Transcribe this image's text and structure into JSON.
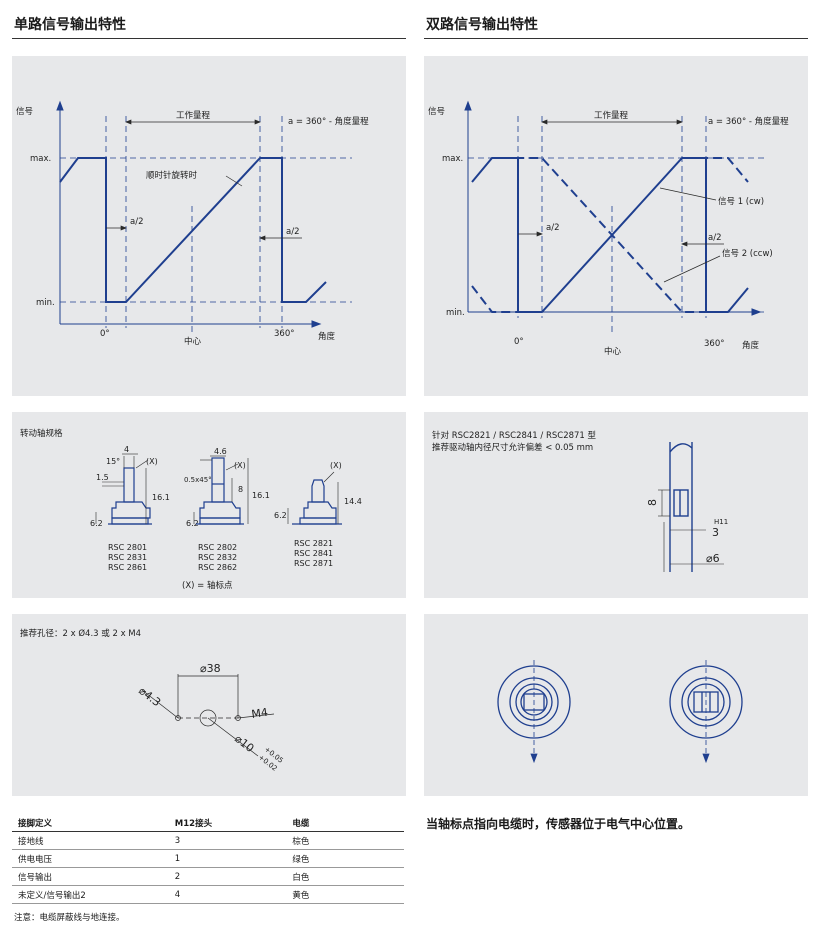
{
  "left_section": {
    "title": "单路信号输出特性"
  },
  "right_section": {
    "title": "双路信号输出特性"
  },
  "single_chart": {
    "y_label": "信号",
    "x_label": "角度",
    "max": "max.",
    "min": "min.",
    "range_label": "工作量程",
    "a_def": "a = 360° - 角度量程",
    "cw_label": "顺时针旋转时",
    "half_a": "a/2",
    "zero": "0°",
    "center": "中心",
    "full": "360°"
  },
  "dual_chart": {
    "y_label": "信号",
    "x_label": "角度",
    "max": "max.",
    "min": "min.",
    "range_label": "工作量程",
    "a_def": "a = 360° - 角度量程",
    "sig1": "信号 1 (cw)",
    "sig2": "信号 2 (ccw)",
    "half_a": "a/2",
    "zero": "0°",
    "center": "中心",
    "full": "360°"
  },
  "shaft_panel": {
    "title": "转动轴规格",
    "d1": "4",
    "d_angle": "15°",
    "d_x": "(X)",
    "d_15": "1.5",
    "d_161": "16.1",
    "d_62": "6.2",
    "d_46": "4.6",
    "d_chamfer": "0.5x45°",
    "d_8": "8",
    "d_144": "14.4",
    "models_a": [
      "RSC 2801",
      "RSC 2831",
      "RSC 2861"
    ],
    "models_b": [
      "RSC 2802",
      "RSC 2832",
      "RSC 2862"
    ],
    "models_c": [
      "RSC 2821",
      "RSC 2841",
      "RSC 2871"
    ],
    "legend": "(X) = 轴标点"
  },
  "bore_panel": {
    "line1": "针对 RSC2821 / RSC2841 / RSC2871 型",
    "line2": "推荐驱动轴内径尺寸允许偏差 < 0.05 mm",
    "d8": "8",
    "d3": "3",
    "h11": "H11",
    "d6": "⌀6"
  },
  "hole_panel": {
    "title": "推荐孔径：2 x Ø4.3 或 2 x M4",
    "d38": "⌀38",
    "d43": "⌀4.3",
    "m4": "M4",
    "d10": "⌀10",
    "tol_plus": "+0.05",
    "tol_minus": "+0.02"
  },
  "pin_table": {
    "headers": [
      "接脚定义",
      "M12接头",
      "电缆"
    ],
    "rows": [
      [
        "接地线",
        "3",
        "棕色"
      ],
      [
        "供电电压",
        "1",
        "绿色"
      ],
      [
        "信号输出",
        "2",
        "白色"
      ],
      [
        "未定义/信号输出2",
        "4",
        "黄色"
      ]
    ]
  },
  "note": "注意：电缆屏蔽线与地连接。",
  "statement": "当轴标点指向电缆时，传感器位于电气中心位置。",
  "colors": {
    "line": "#1f3f8f",
    "panel": "#e7e8ea",
    "dim": "#2a2a2a"
  }
}
